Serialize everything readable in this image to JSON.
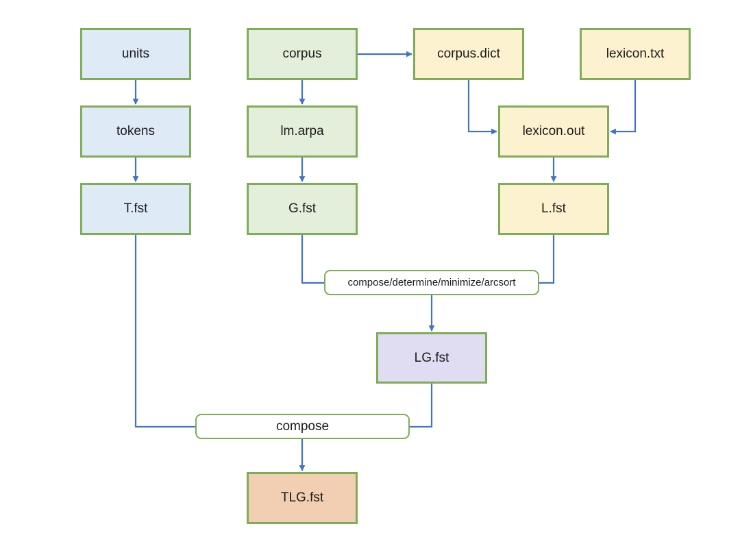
{
  "diagram": {
    "colors": {
      "edge": "#4472c4",
      "node_border": "#7fad56",
      "blue_fill": "#deeaf6",
      "green_fill": "#e3efdb",
      "yellow_fill": "#fdf2d0",
      "purple_fill": "#e0dcf2",
      "orange_fill": "#f2ceb2"
    },
    "nodes": {
      "units": "units",
      "tokens": "tokens",
      "t_fst": "T.fst",
      "corpus": "corpus",
      "lm_arpa": "lm.arpa",
      "g_fst": "G.fst",
      "corpus_dict": "corpus.dict",
      "lexicon_txt": "lexicon.txt",
      "lexicon_out": "lexicon.out",
      "l_fst": "L.fst",
      "lg_fst": "LG.fst",
      "tlg_fst": "TLG.fst"
    },
    "operations": {
      "compose_lg": "compose/determine/minimize/arcsort",
      "compose_tlg": "compose"
    },
    "edges": [
      {
        "from": "units",
        "to": "tokens"
      },
      {
        "from": "tokens",
        "to": "T.fst"
      },
      {
        "from": "corpus",
        "to": "lm.arpa"
      },
      {
        "from": "lm.arpa",
        "to": "G.fst"
      },
      {
        "from": "corpus",
        "to": "corpus.dict"
      },
      {
        "from": "corpus.dict",
        "to": "lexicon.out"
      },
      {
        "from": "lexicon.txt",
        "to": "lexicon.out"
      },
      {
        "from": "lexicon.out",
        "to": "L.fst"
      },
      {
        "from": "G.fst",
        "to": "compose/determine/minimize/arcsort"
      },
      {
        "from": "L.fst",
        "to": "compose/determine/minimize/arcsort"
      },
      {
        "from": "compose/determine/minimize/arcsort",
        "to": "LG.fst"
      },
      {
        "from": "T.fst",
        "to": "compose"
      },
      {
        "from": "LG.fst",
        "to": "compose"
      },
      {
        "from": "compose",
        "to": "TLG.fst"
      }
    ]
  }
}
